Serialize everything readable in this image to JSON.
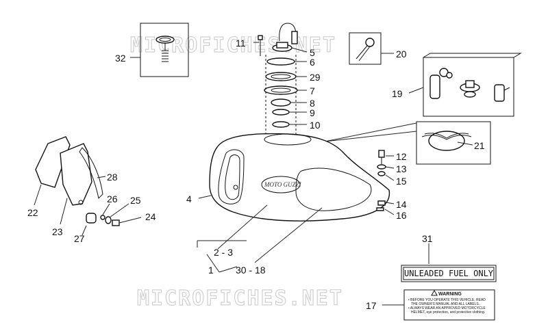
{
  "watermarks": [
    "MICROFICHES.NET",
    "MICROFICHES.NET"
  ],
  "stickers": {
    "fuel_label": "UNLEADED FUEL ONLY",
    "warning_title": "WARNING",
    "warning_lines": [
      "• BEFORE YOU OPERATE THIS VEHICLE, READ",
      "THE OWNER'S MANUAL AND ALL LABELS.",
      "• ALWAYS WEAR AN APPROVED MOTORCYCLE",
      "HELMET, eye protection, and protective clothing."
    ]
  },
  "tank_logo": "MOTO GUZZI",
  "callouts": {
    "c1": "1",
    "c2_3": "2 - 3",
    "c4": "4",
    "c5": "5",
    "c6": "6",
    "c7": "7",
    "c8": "8",
    "c9": "9",
    "c10": "10",
    "c11": "11",
    "c12": "12",
    "c13": "13",
    "c14": "14",
    "c15": "15",
    "c16": "16",
    "c17": "17",
    "c19": "19",
    "c20": "20",
    "c21": "21",
    "c22": "22",
    "c23": "23",
    "c24": "24",
    "c25": "25",
    "c26": "26",
    "c27": "27",
    "c28": "28",
    "c29": "29",
    "c30_18": "30 - 18",
    "c31": "31",
    "c32": "32"
  }
}
